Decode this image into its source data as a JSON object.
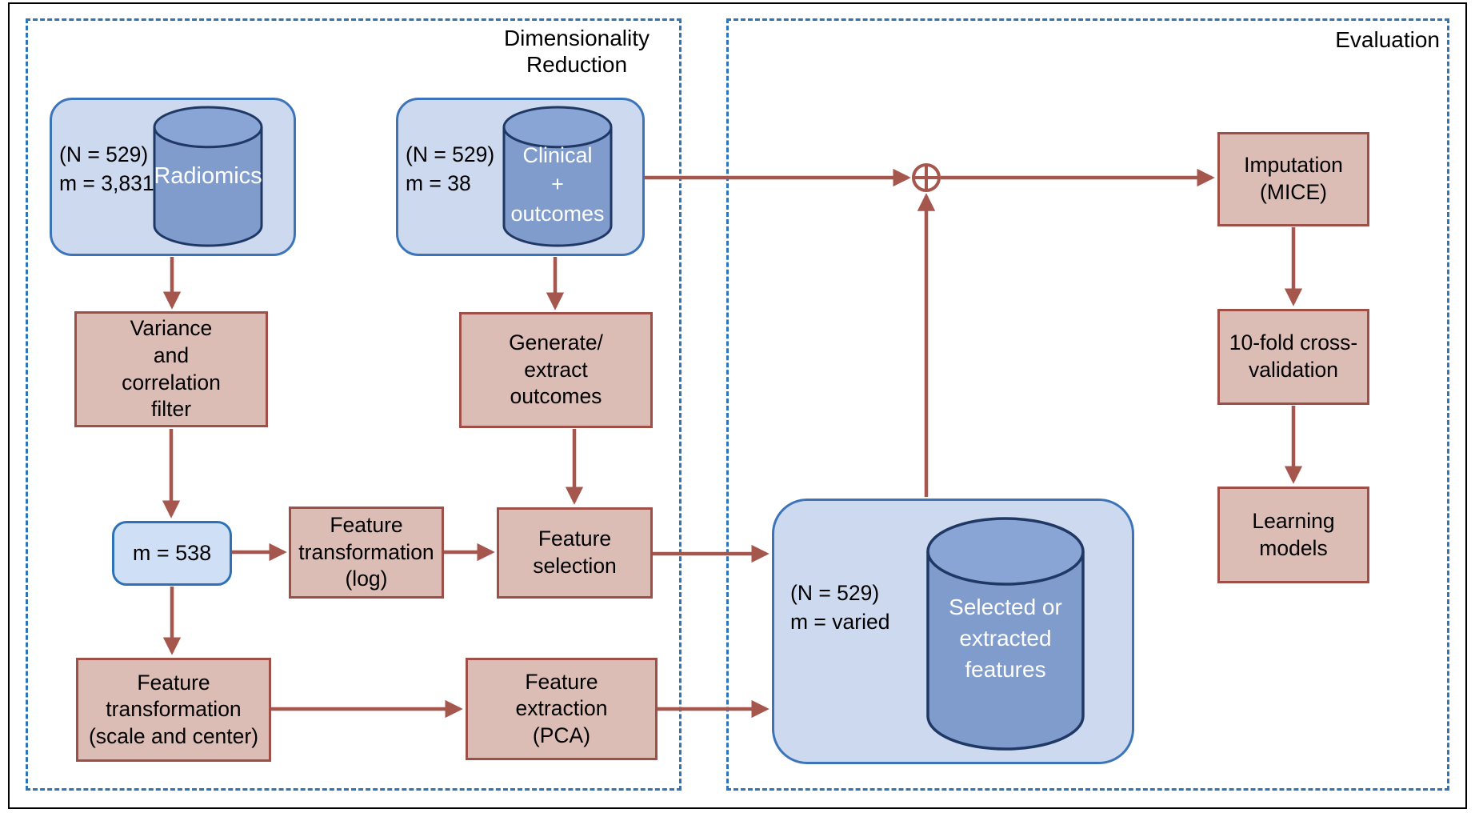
{
  "sections": {
    "dimensionality_reduction": {
      "title": "Dimensionality\nReduction"
    },
    "evaluation": {
      "title": "Evaluation"
    }
  },
  "nodes": {
    "radiomics_container": {
      "annotation": "(N = 529)\nm = 3,831",
      "cylinder_label": "Radiomics"
    },
    "clinical_container": {
      "annotation": "(N = 529)\nm = 38",
      "cylinder_label": "Clinical\n+\noutcomes"
    },
    "variance_filter": {
      "label": "Variance\nand\ncorrelation\nfilter"
    },
    "generate_outcomes": {
      "label": "Generate/\nextract\noutcomes"
    },
    "feature_count": {
      "label": "m = 538"
    },
    "feature_transformation_log": {
      "label": "Feature\ntransformation\n(log)"
    },
    "feature_selection": {
      "label": "Feature\nselection"
    },
    "feature_transformation_scale": {
      "label": "Feature\ntransformation\n(scale and center)"
    },
    "feature_extraction_pca": {
      "label": "Feature\nextraction\n(PCA)"
    },
    "selected_features_container": {
      "annotation": "(N = 529)\nm = varied",
      "cylinder_label": "Selected or\nextracted\nfeatures"
    },
    "imputation": {
      "label": "Imputation\n(MICE)"
    },
    "cross_validation": {
      "label": "10-fold cross-\nvalidation"
    },
    "learning_models": {
      "label": "Learning\nmodels"
    }
  },
  "merge": {
    "icon": "circle-plus"
  },
  "colors": {
    "process_box_fill": "#dcbdb5",
    "process_box_border": "#9e5048",
    "arrow": "#a5564d",
    "data_container_fill": "#cdd9ee",
    "data_container_border": "#3c74b9",
    "cylinder_fill": "#7f9ccd",
    "cylinder_top_fill": "#88a5d6",
    "cylinder_border": "#1f3864",
    "count_box_fill": "#cfe0f6",
    "count_box_border": "#2f71b5",
    "panel_dashed_border": "#2e75b6",
    "figure_border": "#000000"
  }
}
